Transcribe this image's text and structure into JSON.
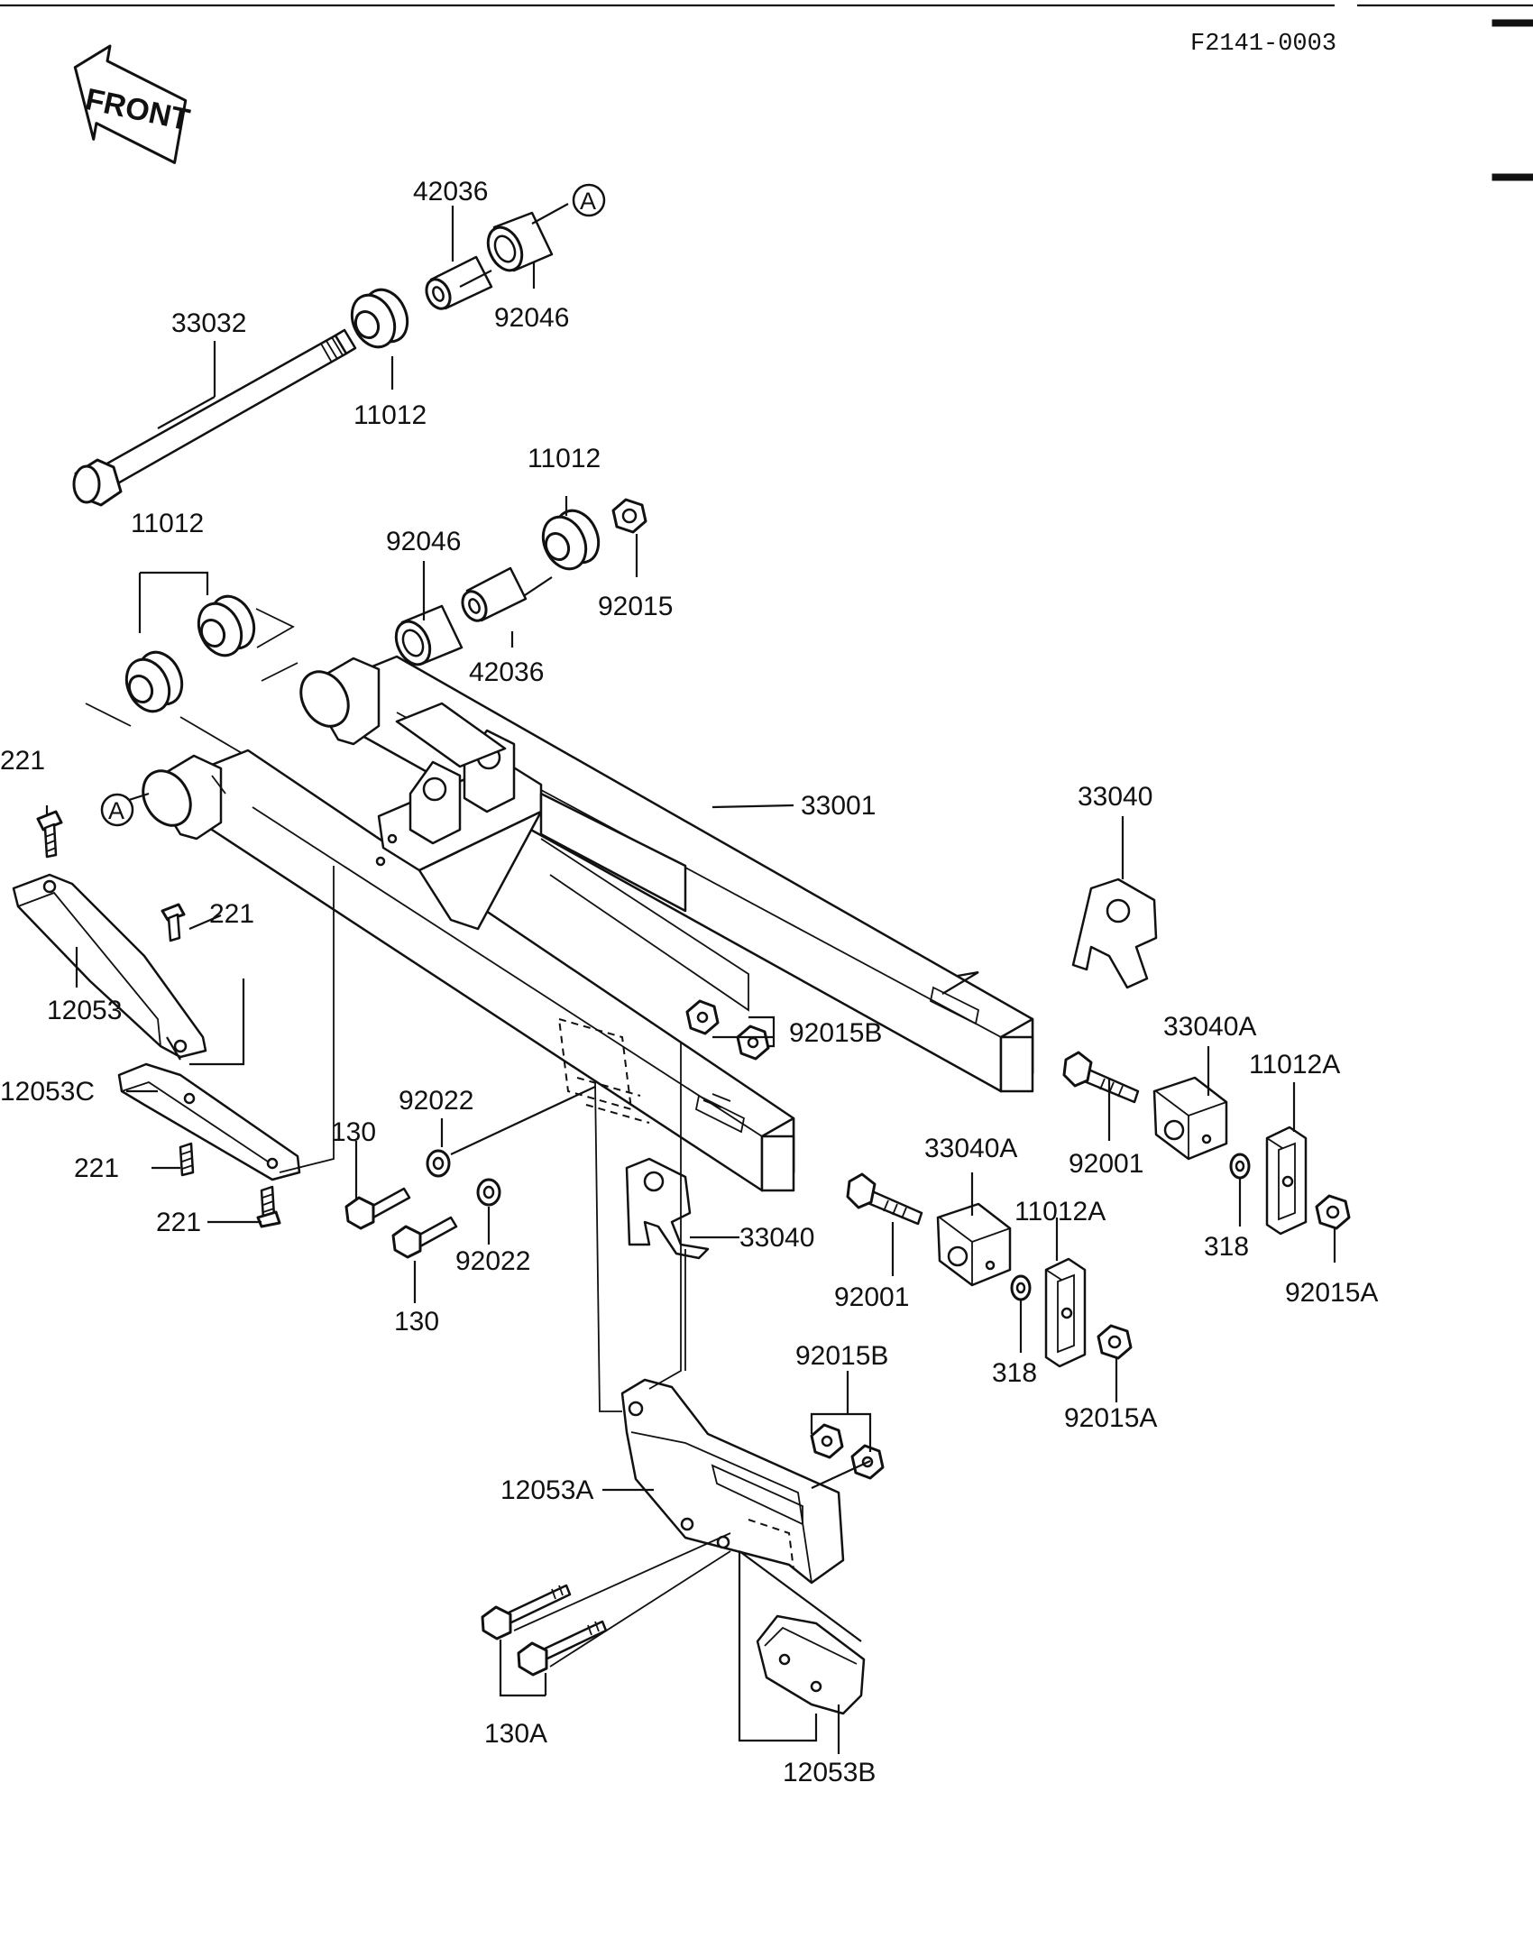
{
  "drawing_code": "F2141-0003",
  "front_arrow_text": "FRONT",
  "ref_a": "A",
  "labels": {
    "l_42036_top": "42036",
    "l_92046_top": "92046",
    "l_33032": "33032",
    "l_11012_top": "11012",
    "l_11012_mid": "11012",
    "l_92046_mid": "92046",
    "l_92015_top": "92015",
    "l_42036_mid": "42036",
    "l_11012_left": "11012",
    "l_33001": "33001",
    "l_33040_right": "33040",
    "l_221_a": "221",
    "l_221_b": "221",
    "l_12053": "12053",
    "l_92015B_a": "92015B",
    "l_33040A_right": "33040A",
    "l_11012A_right": "11012A",
    "l_12053C": "12053C",
    "l_92022_a": "92022",
    "l_130_a": "130",
    "l_92001_right": "92001",
    "l_221_c": "221",
    "l_221_d": "221",
    "l_33040A_mid": "33040A",
    "l_318_right": "318",
    "l_92015A_right": "92015A",
    "l_11012A_mid": "11012A",
    "l_33040_mid": "33040",
    "l_92022_b": "92022",
    "l_92001_mid": "92001",
    "l_130_b": "130",
    "l_318_mid": "318",
    "l_92015B_b": "92015B",
    "l_92015A_mid": "92015A",
    "l_12053A": "12053A",
    "l_130A": "130A",
    "l_12053B": "12053B"
  }
}
